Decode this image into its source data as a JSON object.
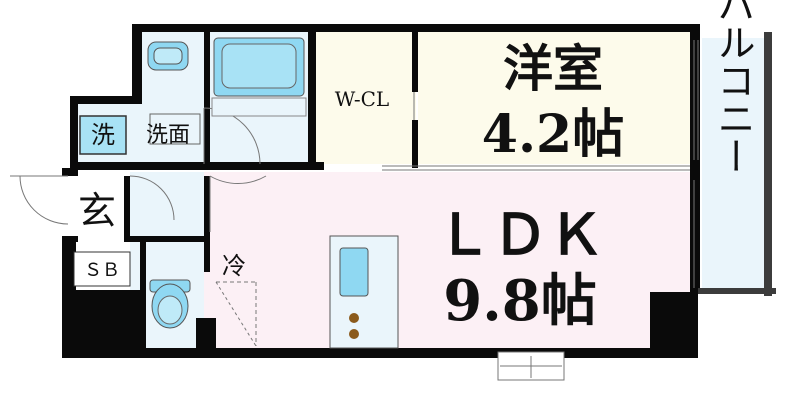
{
  "floor_plan": {
    "rooms": {
      "western_room": {
        "name": "洋室",
        "size": "4.2帖"
      },
      "ldk": {
        "name": "ＬＤＫ",
        "size": "9.8帖"
      },
      "walk_in_closet": {
        "name": "W-CL"
      },
      "balcony": {
        "name": "バルコニー"
      },
      "washroom": {
        "name": "洗面",
        "machine_mark": "洗"
      },
      "entrance": {
        "name": "玄"
      },
      "shoe_box": {
        "name": "ＳＢ"
      },
      "refrigerator": {
        "name": "冷"
      }
    },
    "colors": {
      "wall": "#0a0a0a",
      "western_room_floor": "#fdfbeb",
      "ldk_floor": "#fcf0f5",
      "balcony_floor": "#eaf5fb",
      "wet_area_floor": "#eaf5fb",
      "fixture_blue": "#8fd8f2",
      "washing_mark_bg": "#a8e2f5",
      "stove_burner": "#8b5a1b"
    }
  }
}
